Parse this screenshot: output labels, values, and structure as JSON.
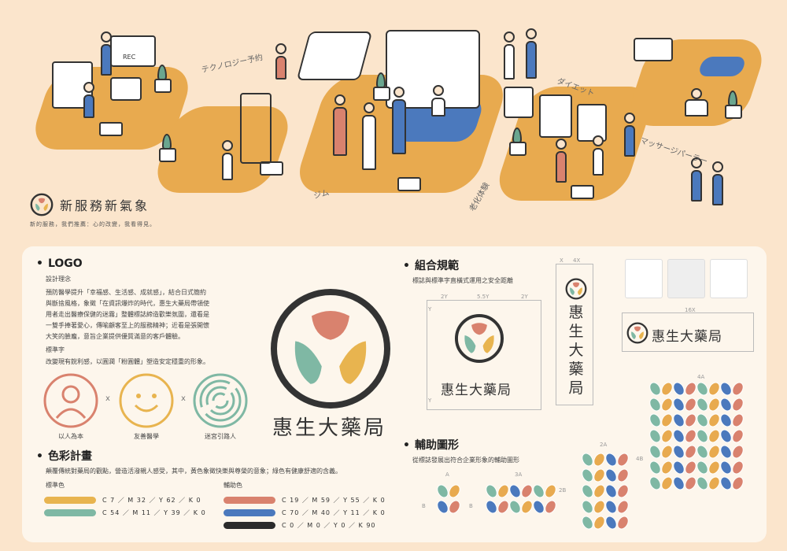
{
  "brand": {
    "title": "新服務新氣象",
    "subtitle": "新的服務，我們推薦：心的改變，我看得見。"
  },
  "scene_tags": {
    "technology": "テクノロジー予約",
    "gym": "ジム",
    "aging": "老化体験",
    "diet": "ダイエット",
    "massage": "マッサージパーラー",
    "rec": "REC"
  },
  "logo_section": {
    "heading": "LOGO",
    "concept_title": "設計理念",
    "concept_text": [
      "預防醫學提升「幸福感、生活感、成就感」，結合日式簡約",
      "與斷捨風格，象徵「在資訊爆炸的時代，惠生大藥局帶領使",
      "用者走出醫療保健的迷霧」整體標誌締造歡樂氛圍，還看是",
      "一雙手捧著愛心，傳喻顧客至上的服務精神；近看是張開懷",
      "大笑的臉龐，意旨企業提供優質滿意的客戶體驗。"
    ],
    "standard_title": "標準字",
    "standard_text": "改變現有銳利感，以圓潤「粉圓體」塑造安定穩重的形象。",
    "icons": [
      {
        "name": "person-icon",
        "label": "以人為本",
        "color": "#d9826e"
      },
      {
        "name": "smile-icon",
        "label": "友善醫學",
        "color": "#e8b44f"
      },
      {
        "name": "maze-icon",
        "label": "迷宮引路人",
        "color": "#7fb8a4"
      }
    ],
    "times": "x",
    "logo_text": "惠生大藥局"
  },
  "color_section": {
    "heading": "色彩計畫",
    "desc": "顛覆傳統對藥局的觀點，營造活潑親人感受，其中，黃色象徵快樂與尊榮的意象；綠色有健康舒適的含義。",
    "standard_label": "標準色",
    "aux_label": "輔助色",
    "standard": [
      {
        "color": "#e8b44f",
        "cmyk": "C  7 ／ M 32 ／ Y 62 ／ K 0"
      },
      {
        "color": "#7fb8a4",
        "cmyk": "C 54 ／ M 11 ／ Y 39 ／ K 0"
      }
    ],
    "aux": [
      {
        "color": "#d9826e",
        "cmyk": "C 19 ／ M 59 ／ Y 55 ／ K  0"
      },
      {
        "color": "#4b79bd",
        "cmyk": "C 70 ／ M 40 ／ Y 11 ／ K  0"
      },
      {
        "color": "#2b2b2b",
        "cmyk": "C  0 ／ M  0 ／ Y  0 ／ K 90"
      }
    ]
  },
  "combo_section": {
    "heading": "組合規範",
    "desc": "標誌與標準字直橫式運用之安全距離",
    "logo_text": "惠生大藥局",
    "v_chars": [
      "惠",
      "生",
      "大",
      "藥",
      "局"
    ],
    "dims": {
      "a": "2Y",
      "b": "5.5Y",
      "c": "2Y",
      "y": "Y",
      "x4": "4X",
      "x": "X",
      "x16": "16X"
    }
  },
  "aux_section": {
    "heading": "輔助圖形",
    "desc": "從標誌發展出符合企業形象的輔助圖形",
    "dims": {
      "a": "A",
      "b": "B",
      "a3": "3A",
      "b2": "2B",
      "a2": "2A",
      "b4": "4B",
      "a4": "4A"
    }
  },
  "palette": {
    "orange": "#e8aa4f",
    "blue": "#4b79bd",
    "green": "#7fb8a4",
    "red": "#d9826e",
    "bg": "#fbe5cc"
  }
}
